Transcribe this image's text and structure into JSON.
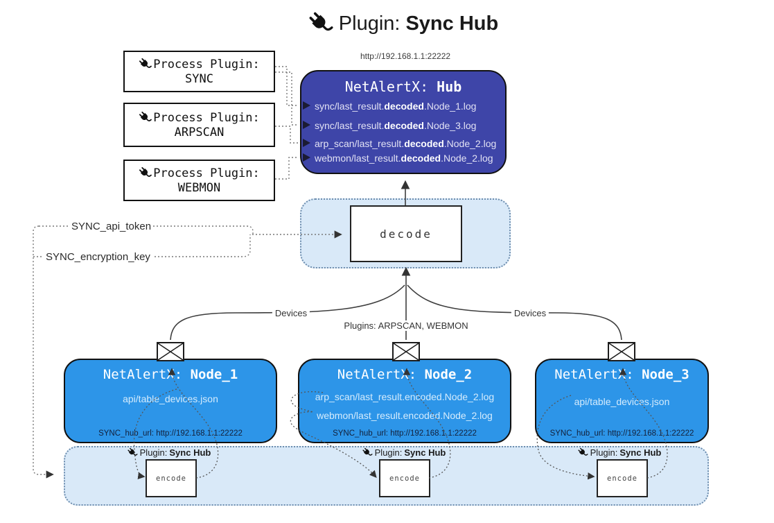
{
  "title": {
    "prefix": "Plugin:",
    "name": "Sync Hub"
  },
  "hub": {
    "url": "http://192.168.1.1:22222",
    "title_prefix": "NetAlertX:",
    "title_name": "Hub",
    "lines": [
      {
        "pre": "sync/last_result.",
        "bold": "decoded",
        "post": ".Node_1.log"
      },
      {
        "pre": "sync/last_result.",
        "bold": "decoded",
        "post": ".Node_3.log"
      },
      {
        "pre": "arp_scan/last_result.",
        "bold": "decoded",
        "post": ".Node_2.log"
      },
      {
        "pre": "webmon/last_result.",
        "bold": "decoded",
        "post": ".Node_2.log"
      }
    ]
  },
  "process_plugins": [
    {
      "label": "Process Plugin:",
      "name": "SYNC"
    },
    {
      "label": "Process Plugin:",
      "name": "ARPSCAN"
    },
    {
      "label": "Process Plugin:",
      "name": "WEBMON"
    }
  ],
  "decode": {
    "label": "decode"
  },
  "encode": {
    "label": "encode"
  },
  "tokens": {
    "api_token": "SYNC_api_token",
    "encryption_key": "SYNC_encryption_key"
  },
  "edges": {
    "devices_left": "Devices",
    "devices_right": "Devices",
    "plugins_mid": "Plugins: ARPSCAN, WEBMON"
  },
  "nodes": [
    {
      "title_prefix": "NetAlertX:",
      "title_name": "Node_1",
      "lines": [
        "api/table_devices.json"
      ],
      "hub_url": "SYNC_hub_url: http://192.168.1.1:22222"
    },
    {
      "title_prefix": "NetAlertX:",
      "title_name": "Node_2",
      "lines": [
        "arp_scan/last_result.encoded.Node_2.log",
        "webmon/last_result.encoded.Node_2.log"
      ],
      "hub_url": "SYNC_hub_url: http://192.168.1.1:22222"
    },
    {
      "title_prefix": "NetAlertX:",
      "title_name": "Node_3",
      "lines": [
        "api/table_devices.json"
      ],
      "hub_url": "SYNC_hub_url: http://192.168.1.1:22222"
    }
  ],
  "encoders": [
    {
      "label_prefix": "Plugin:",
      "label_name": "Sync Hub"
    },
    {
      "label_prefix": "Plugin:",
      "label_name": "Sync Hub"
    },
    {
      "label_prefix": "Plugin:",
      "label_name": "Sync Hub"
    }
  ],
  "colors": {
    "hub": "#3e45a8",
    "hubText": "#e2e2f4",
    "node": "#2d95e8",
    "nodeText": "#d5ecfd",
    "panel": "#d9e9f8",
    "panelBorder": "#6c8cad",
    "lineDark": "#3d3d3d",
    "lineDotted": "#777777"
  }
}
